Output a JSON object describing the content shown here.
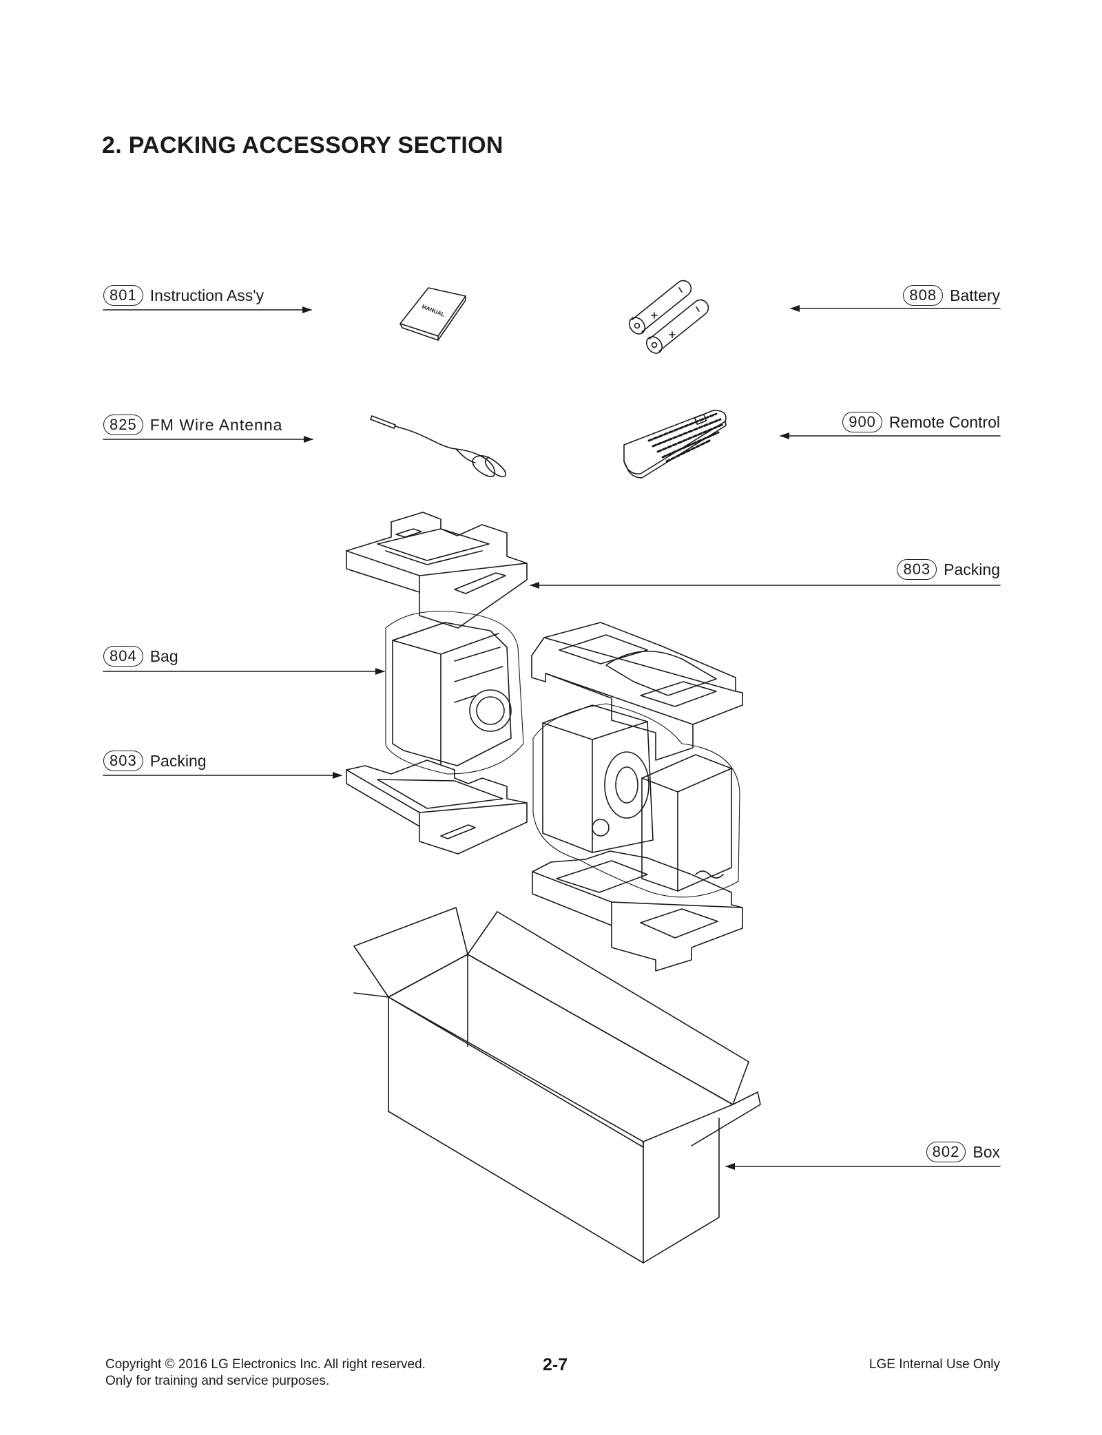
{
  "page": {
    "title": "2. PACKING ACCESSORY SECTION",
    "page_number": "2-7"
  },
  "callouts": [
    {
      "id": "801",
      "name": "Instruction Ass'y"
    },
    {
      "id": "808",
      "name": "Battery"
    },
    {
      "id": "825",
      "name": "FM Wire Antenna"
    },
    {
      "id": "900",
      "name": "Remote Control"
    },
    {
      "id": "803",
      "name": "Packing"
    },
    {
      "id": "804",
      "name": "Bag"
    },
    {
      "id": "803",
      "name": "Packing"
    },
    {
      "id": "802",
      "name": "Box"
    }
  ],
  "manual_cover_text": "MANUAL",
  "footer": {
    "copyright_line1": "Copyright © 2016 LG Electronics Inc. All right reserved.",
    "copyright_line2": "Only for training and service purposes.",
    "internal": "LGE Internal Use Only"
  },
  "colors": {
    "ink": "#1a1a1a",
    "background": "#ffffff"
  }
}
